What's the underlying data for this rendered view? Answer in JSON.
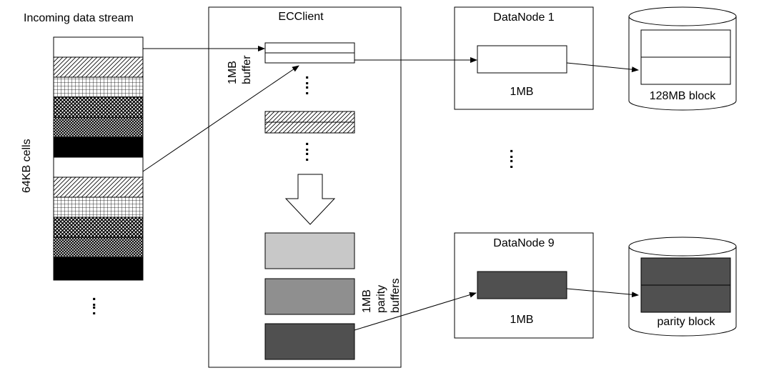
{
  "labels": {
    "stream_title": "Incoming data stream",
    "cells_label": "64KB cells",
    "client_title": "ECClient",
    "buffer_label_1": "1MB",
    "buffer_label_2": "buffer",
    "parity_label_1": "1MB",
    "parity_label_2": "parity",
    "parity_label_3": "buffers",
    "datanode1_title": "DataNode 1",
    "datanode1_buffer": "1MB",
    "datanode9_title": "DataNode 9",
    "datanode9_buffer": "1MB",
    "block_label": "128MB block",
    "parity_block_label": "parity block"
  },
  "ellipsis": ":",
  "colors": {
    "parity_light": "#c8c8c8",
    "parity_mid": "#8f8f8f",
    "parity_dark": "#505050"
  }
}
